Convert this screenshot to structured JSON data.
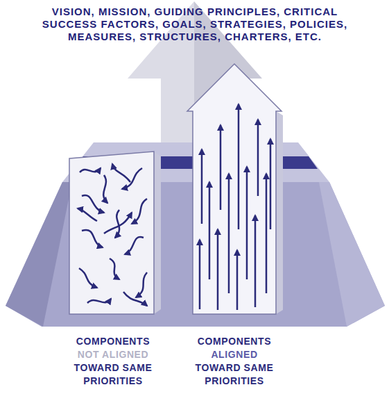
{
  "diagram": {
    "title": "VISION, MISSION, GUIDING PRINCIPLES, CRITICAL SUCCESS FACTORS, GOALS, STRATEGIES, POLICIES, MEASURES, STRUCTURES, CHARTERS, ETC.",
    "nodes": [
      {
        "text": [
          "COMPONENTS",
          "NOT ALIGNED",
          "TOWARD SAME PRIORITIES"
        ]
      },
      {
        "text": [
          "COMPONENTS",
          "ALIGNED",
          "TOWARD SAME PRIORITIES"
        ]
      }
    ]
  }
}
